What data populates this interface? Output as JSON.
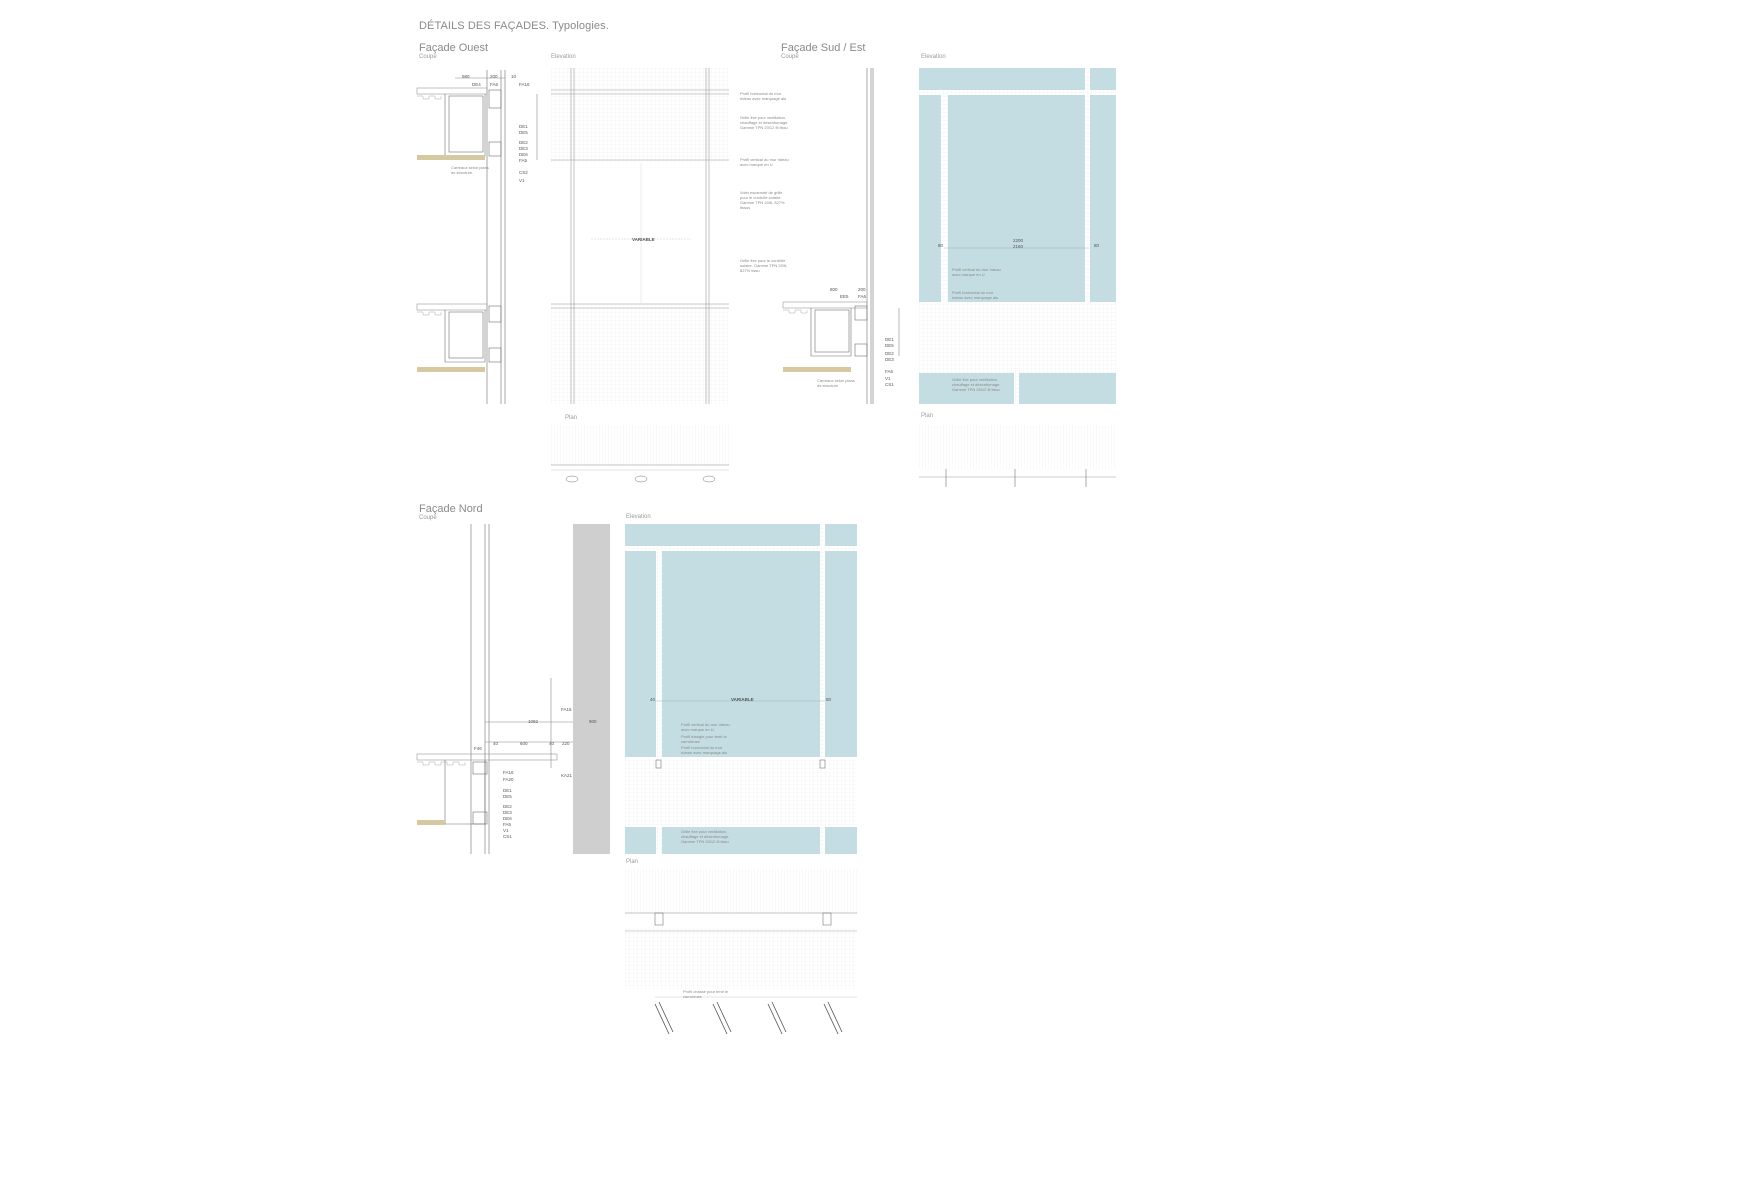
{
  "sheet": {
    "title": "DÉTAILS DES FAÇADES. Typologies."
  },
  "ouest": {
    "title": "Façade Ouest",
    "coupe": "Coupe",
    "elevation": "Elevation",
    "plan": "Plan",
    "carreau": "Carreaux selon plans de structure",
    "variable": "VARIABLE",
    "notes": [
      "Profil horizontal du mur rideau avec marquage alu",
      "Grille fixe pour ventilation, chauffage et désenfumage. Gamme TPN 20/12 fil tissu",
      "Profil vertical du mur rideau avec marque en U",
      "Volet escamoté de grille pour le contrôle solaire. Gamme TPN 20/6, 827% tissus",
      "Grille fixe pour le contrôle solaire. Gamme TPN 20/6, 827% tissu"
    ],
    "dims_top": [
      "980",
      "200",
      "10"
    ],
    "codes": [
      "DE4",
      "FA6",
      "FA16",
      "DE1",
      "DE5",
      "DE2",
      "DE3",
      "DE6",
      "FA5",
      "CS2",
      "V1"
    ]
  },
  "sudest": {
    "title": "Façade Sud / Est",
    "coupe": "Coupe",
    "elevation": "Elevation",
    "plan": "Plan",
    "carreau": "Carreaux selon plans de structure",
    "dims_top": [
      "800",
      "200",
      "EE5",
      "FA6"
    ],
    "codes": [
      "DE1",
      "DE5",
      "DE2",
      "DE3",
      "FA6",
      "V1",
      "CS1"
    ],
    "el_dims": [
      "2200",
      "2160",
      "80",
      "80"
    ],
    "notes": [
      "Profil vertical du mur rideau avec marque en U",
      "Profil horizontal du mur rideau avec marquage alu",
      "Grille fixe pour ventilation, chauffage et désenfumage. Gamme TPN 20/12 fil tissu"
    ]
  },
  "nord": {
    "title": "Façade Nord",
    "coupe": "Coupe",
    "elevation": "Elevation",
    "plan": "Plan",
    "variable": "VARIABLE",
    "codes": [
      "FA16",
      "FA20",
      "DE1",
      "DE5",
      "DE2",
      "DE3",
      "DE6",
      "FA5",
      "V1",
      "CS1",
      "KA21",
      "F46"
    ],
    "dims": [
      "1092",
      "900",
      "220",
      "40",
      "600",
      "40",
      "40",
      "80"
    ],
    "notes": [
      "Profil vertical du mur rideau avec marque en U",
      "Profil triangle pour tenir la carrotéuse",
      "Profil horizontal du mur rideau avec marquage alu",
      "Grille fixe pour ventilation, chauffage et désenfumage. Gamme TPN 20/12 fil tissu",
      "Profil chassé pour tenir le carrotéuse"
    ]
  },
  "colors": {
    "glass": "#c3dde2",
    "wood": "#d6c8a0",
    "concrete": "#cfcfcf",
    "line": "#6f6f6f",
    "grid": "#e4e4e4"
  }
}
